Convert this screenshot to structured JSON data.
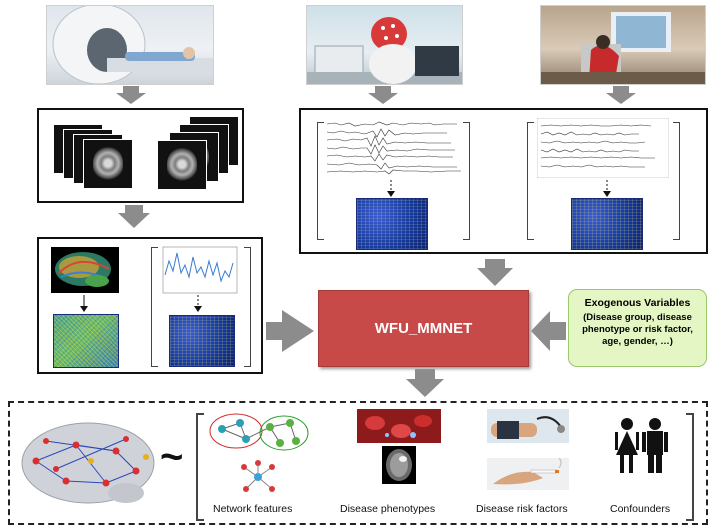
{
  "title_box": {
    "label": "WFU_MMNET"
  },
  "exogenous": {
    "title": "Exogenous Variables",
    "detail": "(Disease group, disease phenotype or risk factor, age, gender, …)"
  },
  "outcomes": {
    "tilde": "~",
    "labels": [
      "Network features",
      "Disease phenotypes",
      "Disease risk factors",
      "Confounders"
    ]
  },
  "colors": {
    "arrow": "#8c8c8c",
    "mmnet_fill": "#c74a48",
    "exo_fill": "#e4f6c4"
  }
}
